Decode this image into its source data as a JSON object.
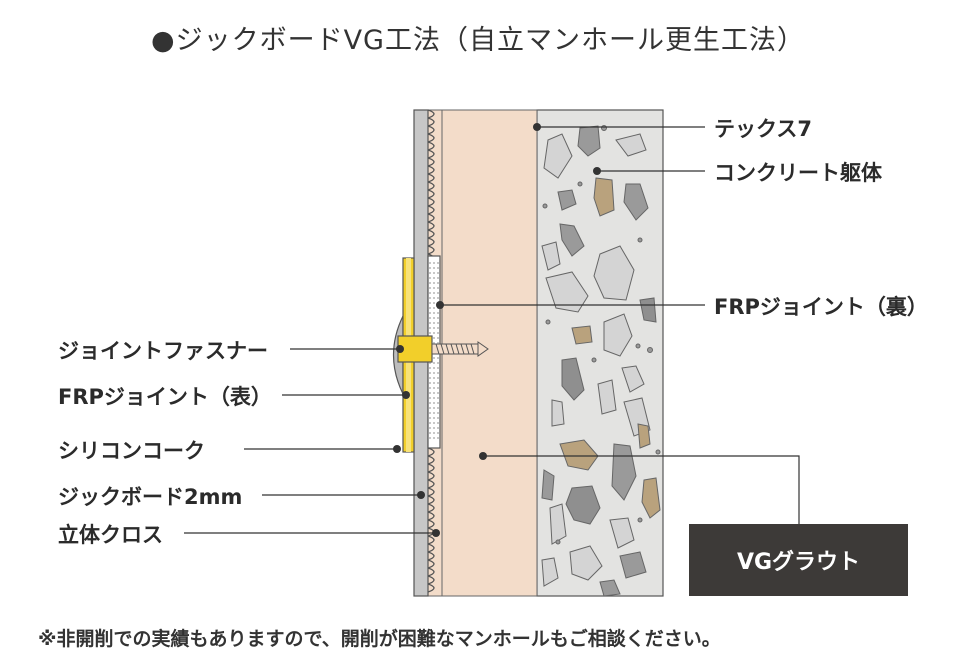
{
  "title": "●ジックボードVG工法（自立マンホール更生工法）",
  "labels": {
    "tex": "テックス7",
    "concrete": "コンクリート躯体",
    "frp_back": "FRPジョイント（裏）",
    "fastener": "ジョイントファスナー",
    "frp_front": "FRPジョイント（表）",
    "silicone": "シリコンコーク",
    "board": "ジックボード2mm",
    "cloth": "立体クロス",
    "vg_grout": "VGグラウト"
  },
  "note": "※非開削での実績もありますので、開削が困難なマンホールもご相談ください。",
  "colors": {
    "concrete_bg": "#e3e3e1",
    "grout": "#f3dcc9",
    "board": "#c7c7c7",
    "frp_yellow": "#f2cf2a",
    "vg_box": "#3d3a38",
    "stone_gray": "#9a9a9a",
    "stone_dark": "#8f8f8f",
    "stone_light": "#d4d4d4",
    "stone_tan": "#b9a27d"
  }
}
